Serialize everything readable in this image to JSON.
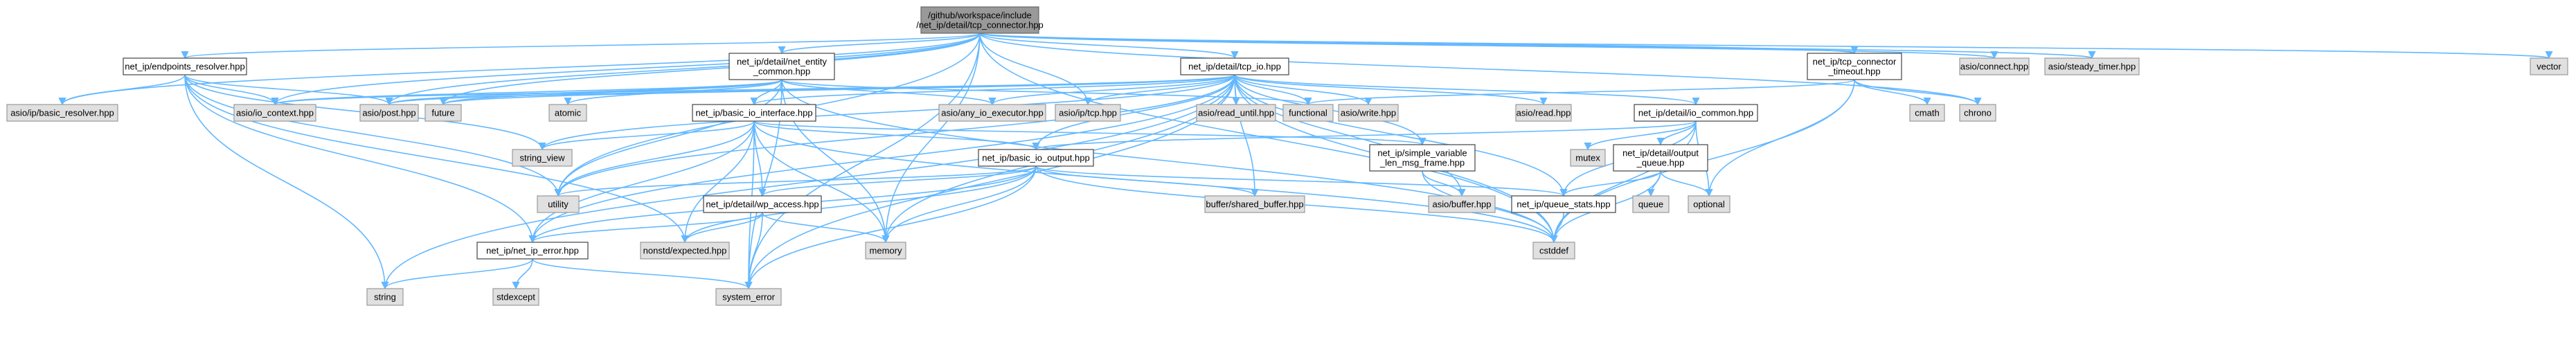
{
  "colors": {
    "edge": "#63b8ff",
    "root_fill": "#999999",
    "root_border": "#666666",
    "internal_fill": "#ffffff",
    "internal_border": "#444444",
    "external_fill": "#e0e0e0",
    "external_border": "#999999"
  },
  "nodes": [
    {
      "id": "root",
      "lines": [
        "/github/workspace/include",
        "/net_ip/detail/tcp_connector.hpp"
      ],
      "kind": "root"
    },
    {
      "id": "endpoints_resolver",
      "lines": [
        "net_ip/endpoints_resolver.hpp"
      ],
      "kind": "internal"
    },
    {
      "id": "net_entity",
      "lines": [
        "net_ip/detail/net_entity",
        "_common.hpp"
      ],
      "kind": "internal"
    },
    {
      "id": "tcp_io",
      "lines": [
        "net_ip/detail/tcp_io.hpp"
      ],
      "kind": "internal"
    },
    {
      "id": "tcp_connector_timeout",
      "lines": [
        "net_ip/tcp_connector",
        "_timeout.hpp"
      ],
      "kind": "internal"
    },
    {
      "id": "asio_connect",
      "lines": [
        "asio/connect.hpp"
      ],
      "kind": "external"
    },
    {
      "id": "asio_steady_timer",
      "lines": [
        "asio/steady_timer.hpp"
      ],
      "kind": "external"
    },
    {
      "id": "vector",
      "lines": [
        "vector"
      ],
      "kind": "external"
    },
    {
      "id": "asio_basic_resolver",
      "lines": [
        "asio/ip/basic_resolver.hpp"
      ],
      "kind": "external"
    },
    {
      "id": "asio_io_context",
      "lines": [
        "asio/io_context.hpp"
      ],
      "kind": "external"
    },
    {
      "id": "asio_post",
      "lines": [
        "asio/post.hpp"
      ],
      "kind": "external"
    },
    {
      "id": "future",
      "lines": [
        "future"
      ],
      "kind": "external"
    },
    {
      "id": "atomic",
      "lines": [
        "atomic"
      ],
      "kind": "external"
    },
    {
      "id": "basic_io_interface",
      "lines": [
        "net_ip/basic_io_interface.hpp"
      ],
      "kind": "internal"
    },
    {
      "id": "asio_any_io_executor",
      "lines": [
        "asio/any_io_executor.hpp"
      ],
      "kind": "external"
    },
    {
      "id": "asio_ip_tcp",
      "lines": [
        "asio/ip/tcp.hpp"
      ],
      "kind": "external"
    },
    {
      "id": "asio_read_until",
      "lines": [
        "asio/read_until.hpp"
      ],
      "kind": "external"
    },
    {
      "id": "functional",
      "lines": [
        "functional"
      ],
      "kind": "external"
    },
    {
      "id": "asio_write",
      "lines": [
        "asio/write.hpp"
      ],
      "kind": "external"
    },
    {
      "id": "asio_read",
      "lines": [
        "asio/read.hpp"
      ],
      "kind": "external"
    },
    {
      "id": "io_common",
      "lines": [
        "net_ip/detail/io_common.hpp"
      ],
      "kind": "internal"
    },
    {
      "id": "cmath",
      "lines": [
        "cmath"
      ],
      "kind": "external"
    },
    {
      "id": "chrono",
      "lines": [
        "chrono"
      ],
      "kind": "external"
    },
    {
      "id": "string_view",
      "lines": [
        "string_view"
      ],
      "kind": "external"
    },
    {
      "id": "basic_io_output",
      "lines": [
        "net_ip/basic_io_output.hpp"
      ],
      "kind": "internal"
    },
    {
      "id": "simple_variable",
      "lines": [
        "net_ip/simple_variable",
        "_len_msg_frame.hpp"
      ],
      "kind": "internal"
    },
    {
      "id": "mutex",
      "lines": [
        "mutex"
      ],
      "kind": "external"
    },
    {
      "id": "output_queue",
      "lines": [
        "net_ip/detail/output",
        "_queue.hpp"
      ],
      "kind": "internal"
    },
    {
      "id": "utility",
      "lines": [
        "utility"
      ],
      "kind": "external"
    },
    {
      "id": "wp_access",
      "lines": [
        "net_ip/detail/wp_access.hpp"
      ],
      "kind": "internal"
    },
    {
      "id": "shared_buffer",
      "lines": [
        "buffer/shared_buffer.hpp"
      ],
      "kind": "external"
    },
    {
      "id": "asio_buffer",
      "lines": [
        "asio/buffer.hpp"
      ],
      "kind": "external"
    },
    {
      "id": "queue_stats",
      "lines": [
        "net_ip/queue_stats.hpp"
      ],
      "kind": "internal"
    },
    {
      "id": "queue",
      "lines": [
        "queue"
      ],
      "kind": "external"
    },
    {
      "id": "optional",
      "lines": [
        "optional"
      ],
      "kind": "external"
    },
    {
      "id": "net_ip_error",
      "lines": [
        "net_ip/net_ip_error.hpp"
      ],
      "kind": "internal"
    },
    {
      "id": "nonstd_expected",
      "lines": [
        "nonstd/expected.hpp"
      ],
      "kind": "external"
    },
    {
      "id": "memory",
      "lines": [
        "memory"
      ],
      "kind": "external"
    },
    {
      "id": "cstddef",
      "lines": [
        "cstddef"
      ],
      "kind": "external"
    },
    {
      "id": "string",
      "lines": [
        "string"
      ],
      "kind": "external"
    },
    {
      "id": "stdexcept",
      "lines": [
        "stdexcept"
      ],
      "kind": "external"
    },
    {
      "id": "system_error",
      "lines": [
        "system_error"
      ],
      "kind": "external"
    }
  ],
  "edges": [
    [
      "root",
      "endpoints_resolver"
    ],
    [
      "root",
      "net_entity"
    ],
    [
      "root",
      "tcp_io"
    ],
    [
      "root",
      "tcp_connector_timeout"
    ],
    [
      "root",
      "asio_connect"
    ],
    [
      "root",
      "asio_steady_timer"
    ],
    [
      "root",
      "vector"
    ],
    [
      "root",
      "asio_basic_resolver"
    ],
    [
      "root",
      "asio_io_context"
    ],
    [
      "root",
      "asio_post"
    ],
    [
      "root",
      "future"
    ],
    [
      "root",
      "asio_ip_tcp"
    ],
    [
      "root",
      "memory"
    ],
    [
      "root",
      "system_error"
    ],
    [
      "root",
      "chrono"
    ],
    [
      "root",
      "cstddef"
    ],
    [
      "root",
      "utility"
    ],
    [
      "endpoints_resolver",
      "asio_basic_resolver"
    ],
    [
      "endpoints_resolver",
      "asio_io_context"
    ],
    [
      "endpoints_resolver",
      "asio_post"
    ],
    [
      "endpoints_resolver",
      "string_view"
    ],
    [
      "endpoints_resolver",
      "utility"
    ],
    [
      "endpoints_resolver",
      "string"
    ],
    [
      "endpoints_resolver",
      "nonstd_expected"
    ],
    [
      "endpoints_resolver",
      "net_ip_error"
    ],
    [
      "net_entity",
      "asio_io_context"
    ],
    [
      "net_entity",
      "asio_post"
    ],
    [
      "net_entity",
      "future"
    ],
    [
      "net_entity",
      "atomic"
    ],
    [
      "net_entity",
      "basic_io_interface"
    ],
    [
      "net_entity",
      "asio_any_io_executor"
    ],
    [
      "net_entity",
      "functional"
    ],
    [
      "net_entity",
      "memory"
    ],
    [
      "net_entity",
      "system_error"
    ],
    [
      "net_entity",
      "cstddef"
    ],
    [
      "net_entity",
      "utility"
    ],
    [
      "tcp_io",
      "asio_io_context"
    ],
    [
      "tcp_io",
      "asio_post"
    ],
    [
      "tcp_io",
      "future"
    ],
    [
      "tcp_io",
      "asio_any_io_executor"
    ],
    [
      "tcp_io",
      "asio_ip_tcp"
    ],
    [
      "tcp_io",
      "asio_read_until"
    ],
    [
      "tcp_io",
      "functional"
    ],
    [
      "tcp_io",
      "asio_write"
    ],
    [
      "tcp_io",
      "asio_read"
    ],
    [
      "tcp_io",
      "io_common"
    ],
    [
      "tcp_io",
      "simple_variable"
    ],
    [
      "tcp_io",
      "basic_io_output"
    ],
    [
      "tcp_io",
      "shared_buffer"
    ],
    [
      "tcp_io",
      "asio_buffer"
    ],
    [
      "tcp_io",
      "queue_stats"
    ],
    [
      "tcp_io",
      "net_ip_error"
    ],
    [
      "tcp_io",
      "memory"
    ],
    [
      "tcp_io",
      "cstddef"
    ],
    [
      "tcp_io",
      "utility"
    ],
    [
      "tcp_io",
      "string"
    ],
    [
      "tcp_io",
      "system_error"
    ],
    [
      "tcp_io",
      "string_view"
    ],
    [
      "tcp_io",
      "basic_io_interface"
    ],
    [
      "tcp_connector_timeout",
      "functional"
    ],
    [
      "tcp_connector_timeout",
      "cmath"
    ],
    [
      "tcp_connector_timeout",
      "chrono"
    ],
    [
      "tcp_connector_timeout",
      "optional"
    ],
    [
      "tcp_connector_timeout",
      "cstddef"
    ],
    [
      "basic_io_interface",
      "string_view"
    ],
    [
      "basic_io_interface",
      "basic_io_output"
    ],
    [
      "basic_io_interface",
      "simple_variable"
    ],
    [
      "basic_io_interface",
      "utility"
    ],
    [
      "basic_io_interface",
      "wp_access"
    ],
    [
      "basic_io_interface",
      "net_ip_error"
    ],
    [
      "basic_io_interface",
      "nonstd_expected"
    ],
    [
      "basic_io_interface",
      "memory"
    ],
    [
      "basic_io_interface",
      "cstddef"
    ],
    [
      "basic_io_interface",
      "system_error"
    ],
    [
      "io_common",
      "mutex"
    ],
    [
      "io_common",
      "output_queue"
    ],
    [
      "io_common",
      "optional"
    ],
    [
      "io_common",
      "queue_stats"
    ],
    [
      "io_common",
      "cstddef"
    ],
    [
      "io_common",
      "basic_io_output"
    ],
    [
      "basic_io_output",
      "utility"
    ],
    [
      "basic_io_output",
      "wp_access"
    ],
    [
      "basic_io_output",
      "shared_buffer"
    ],
    [
      "basic_io_output",
      "queue_stats"
    ],
    [
      "basic_io_output",
      "nonstd_expected"
    ],
    [
      "basic_io_output",
      "memory"
    ],
    [
      "basic_io_output",
      "cstddef"
    ],
    [
      "basic_io_output",
      "system_error"
    ],
    [
      "basic_io_output",
      "net_ip_error"
    ],
    [
      "simple_variable",
      "asio_buffer"
    ],
    [
      "simple_variable",
      "cstddef"
    ],
    [
      "output_queue",
      "queue"
    ],
    [
      "output_queue",
      "optional"
    ],
    [
      "output_queue",
      "queue_stats"
    ],
    [
      "output_queue",
      "cstddef"
    ],
    [
      "wp_access",
      "net_ip_error"
    ],
    [
      "wp_access",
      "nonstd_expected"
    ],
    [
      "wp_access",
      "memory"
    ],
    [
      "wp_access",
      "system_error"
    ],
    [
      "queue_stats",
      "cstddef"
    ],
    [
      "net_ip_error",
      "string"
    ],
    [
      "net_ip_error",
      "stdexcept"
    ],
    [
      "net_ip_error",
      "system_error"
    ]
  ]
}
